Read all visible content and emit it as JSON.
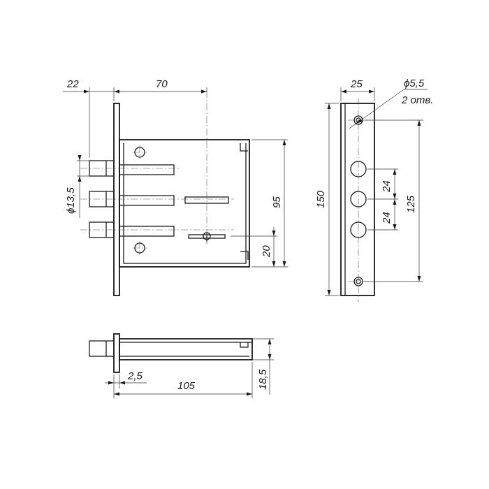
{
  "dimensions": {
    "front_faceplate_offset": "22",
    "front_body_depth": "70",
    "front_bolt_diameter": "ϕ13,5",
    "front_body_height": "95",
    "front_lower_offset": "20",
    "strip_width": "25",
    "strip_hole_diameter": "ϕ5,5",
    "strip_hole_count": "2 отв.",
    "strip_height": "150",
    "strip_hole_spacing_1": "24",
    "strip_hole_spacing_2": "24",
    "strip_mount_spacing": "125",
    "side_plate_thickness": "2,5",
    "side_total_length": "105",
    "side_body_thickness": "18,5"
  },
  "colors": {
    "line": "#1a1a1a",
    "background": "#ffffff"
  }
}
